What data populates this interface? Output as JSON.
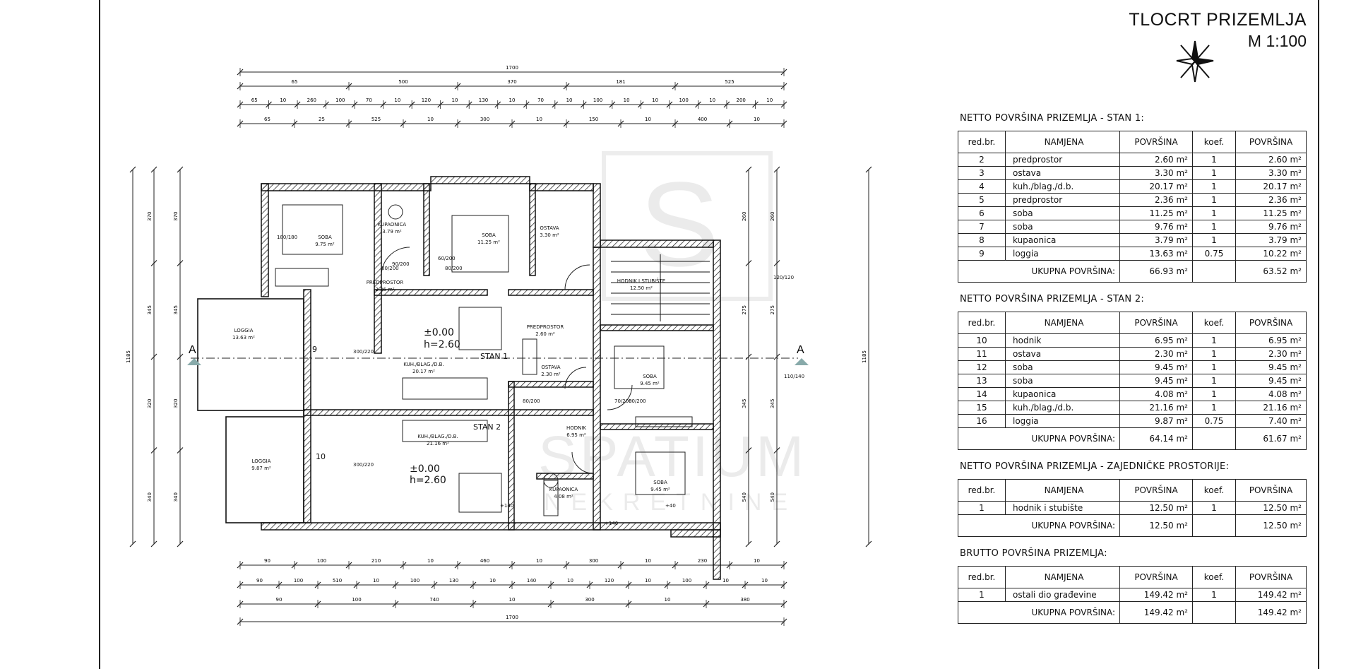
{
  "title": {
    "main": "TLOCRT PRIZEMLJA",
    "scale": "M 1:100"
  },
  "watermark": {
    "letter": "S",
    "brand": "SPATIUM",
    "sub": "NEKRETNINE"
  },
  "plan": {
    "rooms": [
      {
        "name": "SOBA",
        "area": "9.75 m²"
      },
      {
        "name": "KUPAONICA",
        "area": "3.79 m²"
      },
      {
        "name": "SOBA",
        "area": "11.25 m²"
      },
      {
        "name": "OSTAVA",
        "area": "3.30 m²"
      },
      {
        "name": "PREDPROSTOR",
        "area": "2.36 m²"
      },
      {
        "name": "HODNIK I STUBIŠTE",
        "area": "12.50 m²"
      },
      {
        "name": "LOGGIA",
        "area": "13.63 m²"
      },
      {
        "name": "KUH./BLAG./D.B.",
        "area": "20.17 m²"
      },
      {
        "name": "PREDPROSTOR",
        "area": "2.60 m²"
      },
      {
        "name": "OSTAVA",
        "area": "2.30 m²"
      },
      {
        "name": "SOBA",
        "area": "9.45 m²"
      },
      {
        "name": "HODNIK",
        "area": "6.95 m²"
      },
      {
        "name": "LOGGIA",
        "area": "9.87 m²"
      },
      {
        "name": "KUH./BLAG./D.B.",
        "area": "21.16 m²"
      },
      {
        "name": "KUPAONICA",
        "area": "4.08 m²"
      },
      {
        "name": "SOBA",
        "area": "9.45 m²"
      }
    ],
    "unit1": "STAN 1",
    "unit2": "STAN 2",
    "level1": "±0.00",
    "height1": "h=2.60",
    "level2": "±0.00",
    "height2": "h=2.60",
    "loggia1_tag": "9",
    "loggia2_tag": "10",
    "section_marker": "A",
    "dims_top": {
      "total": "1700",
      "row1": [
        "65",
        "500",
        "370",
        "181",
        "525"
      ],
      "row2": [
        "65",
        "10",
        "260",
        "100",
        "70",
        "10",
        "120",
        "10",
        "130",
        "10",
        "70",
        "10",
        "100",
        "10",
        "10",
        "100",
        "10",
        "200",
        "10"
      ],
      "row3": [
        "65",
        "25",
        "525",
        "10",
        "300",
        "10",
        "150",
        "10",
        "400",
        "10"
      ]
    },
    "dims_bottom": {
      "total": "1700",
      "row1": [
        "90",
        "100",
        "210",
        "10",
        "460",
        "10",
        "300",
        "10",
        "230",
        "10"
      ],
      "row2": [
        "90",
        "100",
        "510",
        "10",
        "100",
        "130",
        "10",
        "140",
        "10",
        "120",
        "10",
        "100",
        "10",
        "10"
      ],
      "row3": [
        "90",
        "100",
        "740",
        "10",
        "300",
        "10",
        "380"
      ]
    },
    "dims_left": {
      "total": "1185",
      "parts": [
        "370",
        "345",
        "320",
        "340"
      ]
    },
    "dims_right": {
      "total": "1185",
      "parts": [
        "260",
        "275",
        "345",
        "540"
      ]
    },
    "openings": [
      "90/200",
      "80/200",
      "80/200",
      "60/200",
      "70/200",
      "80/200",
      "80/200",
      "300/220",
      "300/220",
      "180/180",
      "120/120",
      "110/140",
      "+140",
      "+140",
      "+40"
    ]
  },
  "tables": [
    {
      "title": "NETTO POVRŠINA PRIZEMLJA - STAN 1:",
      "headers": [
        "red.br.",
        "NAMJENA",
        "POVRŠINA",
        "koef.",
        "POVRŠINA"
      ],
      "rows": [
        [
          "2",
          "predprostor",
          "2.60 m²",
          "1",
          "2.60 m²"
        ],
        [
          "3",
          "ostava",
          "3.30 m²",
          "1",
          "3.30 m²"
        ],
        [
          "4",
          "kuh./blag./d.b.",
          "20.17 m²",
          "1",
          "20.17 m²"
        ],
        [
          "5",
          "predprostor",
          "2.36 m²",
          "1",
          "2.36 m²"
        ],
        [
          "6",
          "soba",
          "11.25 m²",
          "1",
          "11.25 m²"
        ],
        [
          "7",
          "soba",
          "9.76 m²",
          "1",
          "9.76 m²"
        ],
        [
          "8",
          "kupaonica",
          "3.79 m²",
          "1",
          "3.79 m²"
        ],
        [
          "9",
          "loggia",
          "13.63 m²",
          "0.75",
          "10.22 m²"
        ]
      ],
      "total_label": "UKUPNA POVRŠINA:",
      "total_area": "66.93 m²",
      "total_weighted": "63.52 m²"
    },
    {
      "title": "NETTO POVRŠINA PRIZEMLJA - STAN 2:",
      "headers": [
        "red.br.",
        "NAMJENA",
        "POVRŠINA",
        "koef.",
        "POVRŠINA"
      ],
      "rows": [
        [
          "10",
          "hodnik",
          "6.95 m²",
          "1",
          "6.95 m²"
        ],
        [
          "11",
          "ostava",
          "2.30 m²",
          "1",
          "2.30 m²"
        ],
        [
          "12",
          "soba",
          "9.45 m²",
          "1",
          "9.45 m²"
        ],
        [
          "13",
          "soba",
          "9.45 m²",
          "1",
          "9.45 m²"
        ],
        [
          "14",
          "kupaonica",
          "4.08 m²",
          "1",
          "4.08 m²"
        ],
        [
          "15",
          "kuh./blag./d.b.",
          "21.16 m²",
          "1",
          "21.16 m²"
        ],
        [
          "16",
          "loggia",
          "9.87 m²",
          "0.75",
          "7.40 m²"
        ]
      ],
      "total_label": "UKUPNA POVRŠINA:",
      "total_area": "64.14 m²",
      "total_weighted": "61.67 m²"
    },
    {
      "title": "NETTO POVRŠINA PRIZEMLJA - ZAJEDNIČKE PROSTORIJE:",
      "headers": [
        "red.br.",
        "NAMJENA",
        "POVRŠINA",
        "koef.",
        "POVRŠINA"
      ],
      "rows": [
        [
          "1",
          "hodnik i stubište",
          "12.50 m²",
          "1",
          "12.50 m²"
        ]
      ],
      "total_label": "UKUPNA POVRŠINA:",
      "total_area": "12.50 m²",
      "total_weighted": "12.50 m²"
    },
    {
      "title": "BRUTTO POVRŠINA PRIZEMLJA:",
      "headers": [
        "red.br.",
        "NAMJENA",
        "POVRŠINA",
        "koef.",
        "POVRŠINA"
      ],
      "rows": [
        [
          "1",
          "ostali dio građevine",
          "149.42 m²",
          "1",
          "149.42 m²"
        ]
      ],
      "total_label": "UKUPNA POVRŠINA:",
      "total_area": "149.42 m²",
      "total_weighted": "149.42 m²"
    }
  ]
}
